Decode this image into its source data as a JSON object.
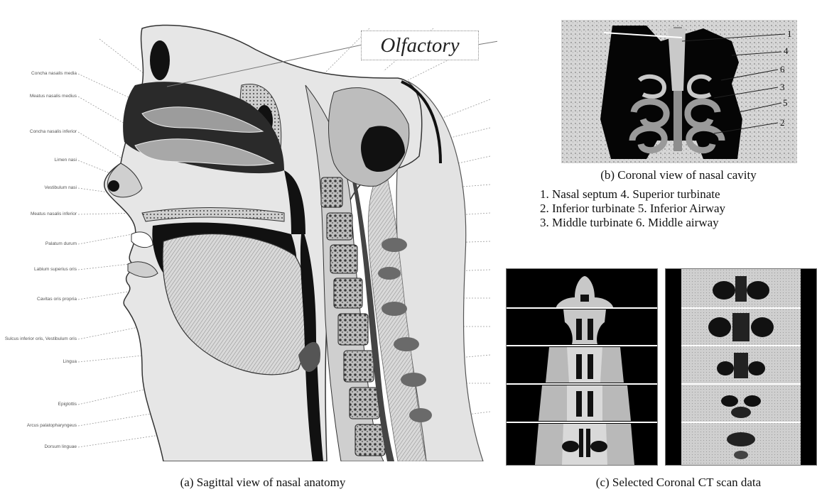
{
  "olfactory_label": "Olfactory",
  "sagittal": {
    "caption": "(a) Sagittal view of nasal anatomy",
    "left_labels": [
      "Concha nasalis media",
      "Meatus nasalis medius",
      "Concha nasalis inferior",
      "Limen nasi",
      "Vestibulum nasi",
      "Meatus nasalis inferior",
      "Palatum durum",
      "Labium superius oris",
      "Cavitas oris propria",
      "Sulcus inferior oris, Vestibulum oris",
      "Lingua",
      "Epiglottis",
      "Arcus palatopharyngeus",
      "Dorsum linguae"
    ]
  },
  "coronal": {
    "caption": "(b) Coronal view of nasal cavity",
    "number_labels": [
      "1",
      "4",
      "6",
      "3",
      "5",
      "2"
    ],
    "legend": [
      "1. Nasal septum 4. Superior turbinate",
      "2. Inferior turbinate 5. Inferior Airway",
      "3. Middle turbinate 6. Middle airway"
    ]
  },
  "ct": {
    "caption": "(c) Selected Coronal CT scan data"
  }
}
